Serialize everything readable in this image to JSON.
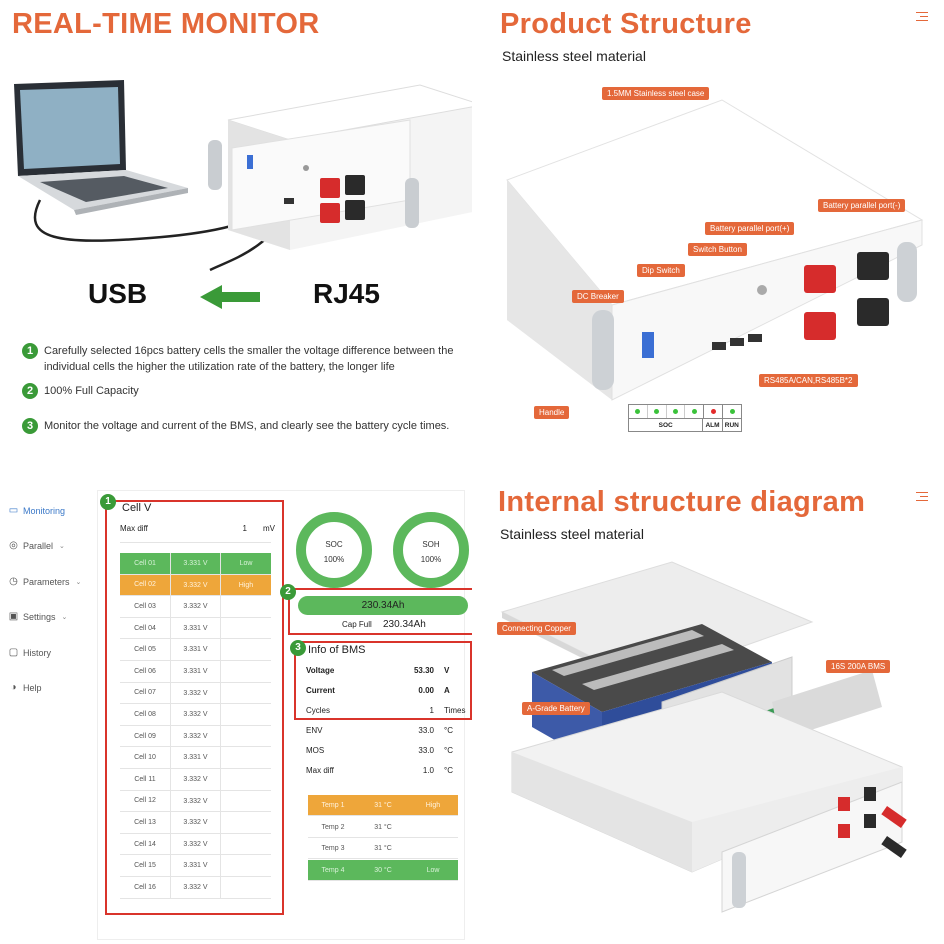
{
  "q1": {
    "title": "REAL-TIME MONITOR",
    "usb": "USB",
    "rj45": "RJ45",
    "features": [
      {
        "num": "1",
        "text": "Carefully selected 16pcs battery cells the smaller the voltage difference between the individual cells the higher the utilization rate of the battery, the longer life"
      },
      {
        "num": "2",
        "text": "100% Full Capacity"
      },
      {
        "num": "3",
        "text": "Monitor the voltage and current of the BMS, and clearly see the battery cycle times."
      }
    ]
  },
  "q2": {
    "title": "Product Structure",
    "subtitle": "Stainless steel material",
    "callouts": {
      "case": "1.5MM Stainless steel case",
      "port_neg": "Battery parallel port(-)",
      "port_pos": "Battery parallel port(+)",
      "switch": "Switch Button",
      "dip": "Dip Switch",
      "dc": "DC Breaker",
      "rs485": "RS485A/CAN,RS485B*2",
      "handle": "Handle"
    },
    "indicators": {
      "soc": "SOC",
      "alm": "ALM",
      "run": "RUN"
    }
  },
  "q3": {
    "nav": [
      {
        "icon": "monitor-icon",
        "label": "Monitoring",
        "active": true
      },
      {
        "icon": "parallel-icon",
        "label": "Parallel"
      },
      {
        "icon": "parameters-icon",
        "label": "Parameters"
      },
      {
        "icon": "settings-icon",
        "label": "Settings"
      },
      {
        "icon": "history-icon",
        "label": "History"
      },
      {
        "icon": "help-icon",
        "label": "Help"
      }
    ],
    "cellv": {
      "badge": "1",
      "title": "Cell V",
      "maxdiff_label": "Max diff",
      "maxdiff_value": "1",
      "maxdiff_unit": "mV",
      "cells": [
        {
          "name": "Cell 01",
          "v": "3.331 V",
          "tag": "Low"
        },
        {
          "name": "Cell 02",
          "v": "3.332 V",
          "tag": "High"
        },
        {
          "name": "Cell 03",
          "v": "3.332 V",
          "tag": ""
        },
        {
          "name": "Cell 04",
          "v": "3.331 V",
          "tag": ""
        },
        {
          "name": "Cell 05",
          "v": "3.331 V",
          "tag": ""
        },
        {
          "name": "Cell 06",
          "v": "3.331 V",
          "tag": ""
        },
        {
          "name": "Cell 07",
          "v": "3.332 V",
          "tag": ""
        },
        {
          "name": "Cell 08",
          "v": "3.332 V",
          "tag": ""
        },
        {
          "name": "Cell 09",
          "v": "3.332 V",
          "tag": ""
        },
        {
          "name": "Cell 10",
          "v": "3.331 V",
          "tag": ""
        },
        {
          "name": "Cell 11",
          "v": "3.332 V",
          "tag": ""
        },
        {
          "name": "Cell 12",
          "v": "3.332 V",
          "tag": ""
        },
        {
          "name": "Cell 13",
          "v": "3.332 V",
          "tag": ""
        },
        {
          "name": "Cell 14",
          "v": "3.332 V",
          "tag": ""
        },
        {
          "name": "Cell 15",
          "v": "3.331 V",
          "tag": ""
        },
        {
          "name": "Cell 16",
          "v": "3.332 V",
          "tag": ""
        }
      ]
    },
    "soc": {
      "label": "SOC",
      "value": "100%"
    },
    "soh": {
      "label": "SOH",
      "value": "100%"
    },
    "capacity": {
      "badge": "2",
      "bar": "230.34Ah",
      "full_label": "Cap Full",
      "full_value": "230.34Ah"
    },
    "bms": {
      "badge": "3",
      "title": "Info of BMS",
      "rows": [
        {
          "k": "Voltage",
          "v": "53.30",
          "u": "V"
        },
        {
          "k": "Current",
          "v": "0.00",
          "u": "A"
        },
        {
          "k": "Cycles",
          "v": "1",
          "u": "Times"
        },
        {
          "k": "ENV",
          "v": "33.0",
          "u": "°C"
        },
        {
          "k": "MOS",
          "v": "33.0",
          "u": "°C"
        },
        {
          "k": "Max diff",
          "v": "1.0",
          "u": "°C"
        }
      ]
    },
    "temps": [
      {
        "name": "Temp 1",
        "v": "31 °C",
        "tag": "High"
      },
      {
        "name": "Temp 2",
        "v": "31 °C",
        "tag": ""
      },
      {
        "name": "Temp 3",
        "v": "31 °C",
        "tag": ""
      },
      {
        "name": "Temp 4",
        "v": "30 °C",
        "tag": "Low"
      }
    ]
  },
  "q4": {
    "title": "Internal structure diagram",
    "subtitle": "Stainless steel material",
    "callouts": {
      "copper": "Connecting Copper",
      "bms": "16S 200A BMS",
      "battery": "A-Grade Battery"
    }
  },
  "colors": {
    "accent": "#e4683a",
    "green": "#5cb85c",
    "amber": "#eea63a",
    "red": "#d9342b"
  }
}
